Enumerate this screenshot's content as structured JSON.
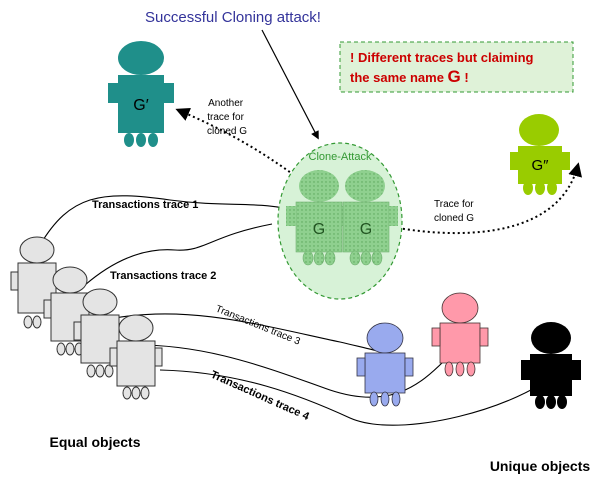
{
  "title": "Successful Cloning attack!",
  "warning": {
    "line1": "! Different traces but claiming",
    "line2_prefix": "the same name ",
    "line2_letter": "G",
    "line2_suffix": " !"
  },
  "clone_attack_label": "Clone-Attack",
  "robot_labels": {
    "clone_left": "G",
    "clone_right": "G",
    "g_prime": "G′",
    "g_double_prime": "G″"
  },
  "another_trace": [
    "Another",
    "trace for",
    "cloned G"
  ],
  "trace_for_cloned": [
    "Trace for",
    "cloned G"
  ],
  "traces": {
    "t1": "Transactions trace 1",
    "t2": "Transactions trace 2",
    "t3": "Transactions trace 3",
    "t4": "Transactions trace 4"
  },
  "equal_objects": "Equal objects",
  "unique_objects": "Unique objects",
  "colors": {
    "title": "#33339a",
    "teal_robot": "#1f8f8a",
    "lime_robot": "#99cc00",
    "clone_robot": "#8fd08f",
    "clone_ellipse": "#d7f2d7",
    "clone_border": "#339933",
    "warning_bg": "#dff2d8",
    "warning_text": "#cc0000",
    "gray_robot": "#e4e4e4",
    "blue_robot": "#99aaee",
    "pink_robot": "#ff99aa",
    "black_robot": "#000000"
  }
}
